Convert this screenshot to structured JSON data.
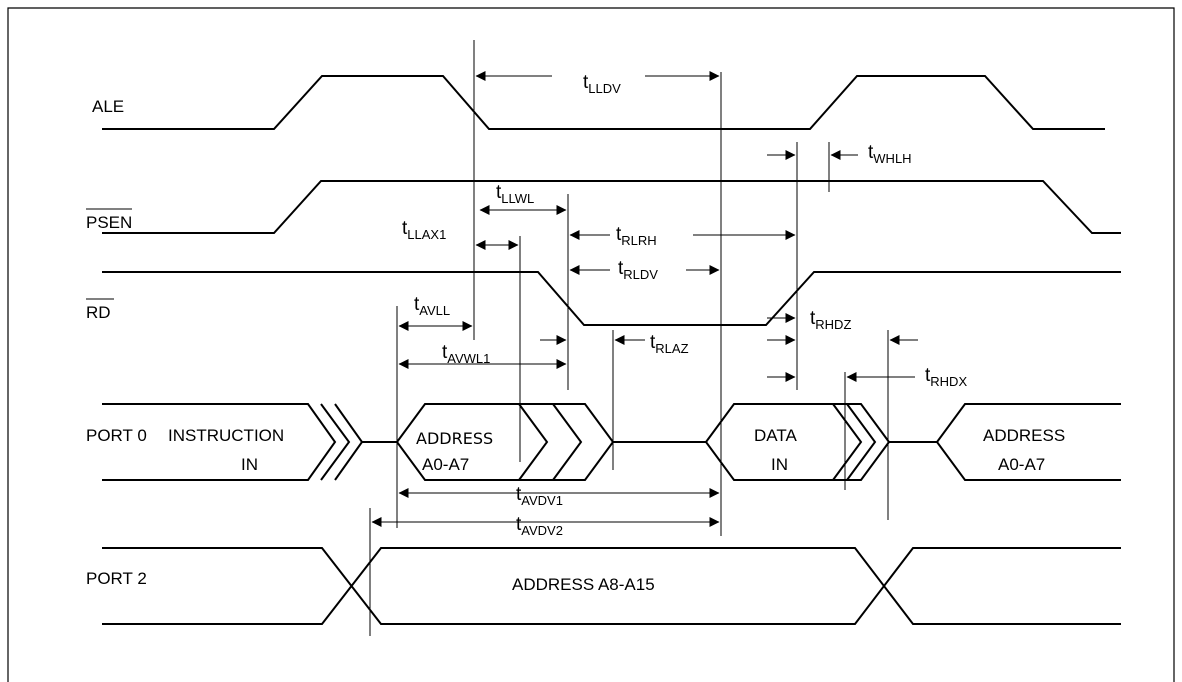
{
  "signals": {
    "ale": "ALE",
    "psen": "PSEN",
    "rd": "RD",
    "port0": "PORT 0",
    "port2": "PORT 2"
  },
  "bus_labels": {
    "instruction_line1": "INSTRUCTION",
    "instruction_line2": "IN",
    "address_lo_line1": "ADDRESS",
    "address_lo_line2": "A0-A7",
    "data_line1": "DATA",
    "data_line2": "IN",
    "address_lo2_line1": "ADDRESS",
    "address_lo2_line2": "A0-A7",
    "address_hi": "ADDRESS A8-A15"
  },
  "timing_params": {
    "lldv": {
      "base": "t",
      "sub": "LLDV"
    },
    "whlh": {
      "base": "t",
      "sub": "WHLH"
    },
    "llwl": {
      "base": "t",
      "sub": "LLWL"
    },
    "rlrh": {
      "base": "t",
      "sub": "RLRH"
    },
    "llax1": {
      "base": "t",
      "sub": "LLAX1"
    },
    "rldv": {
      "base": "t",
      "sub": "RLDV"
    },
    "avll": {
      "base": "t",
      "sub": "AVLL"
    },
    "rhdz": {
      "base": "t",
      "sub": "RHDZ"
    },
    "rlaz": {
      "base": "t",
      "sub": "RLAZ"
    },
    "avwl1": {
      "base": "t",
      "sub": "AVWL1"
    },
    "rhdx": {
      "base": "t",
      "sub": "RHDX"
    },
    "avdv1": {
      "base": "t",
      "sub": "AVDV1"
    },
    "avdv2": {
      "base": "t",
      "sub": "AVDV2"
    }
  }
}
